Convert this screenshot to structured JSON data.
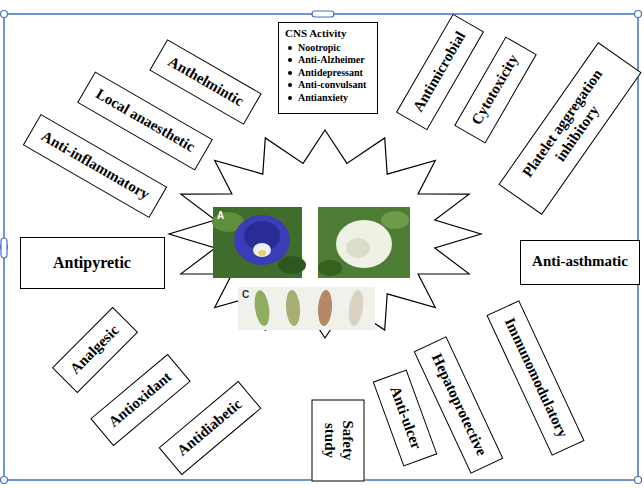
{
  "diagram": {
    "nodes": [
      {
        "text": [
          "CNS Activity",
          "Nootropic",
          "Anti-Alzheimer",
          "Antidepressant",
          "Anti-convulsant",
          "Antianxiety"
        ]
      },
      {
        "text": [
          "Anthelmintic"
        ]
      },
      {
        "text": [
          "Local anaesthetic"
        ]
      },
      {
        "text": [
          "Anti-inflammatory"
        ]
      },
      {
        "text": [
          "Antipyretic"
        ]
      },
      {
        "text": [
          "Analgesic"
        ]
      },
      {
        "text": [
          "Antioxidant"
        ]
      },
      {
        "text": [
          "Antidiabetic"
        ]
      },
      {
        "text": [
          "Safety study"
        ]
      },
      {
        "text": [
          "Anti-ulcer"
        ]
      },
      {
        "text": [
          "Hepatoprotective"
        ]
      },
      {
        "text": [
          "Immunomodulatory"
        ]
      },
      {
        "text": [
          "Anti-asthmatic"
        ]
      },
      {
        "text": [
          "Platelet aggregation inhibitory"
        ]
      },
      {
        "text": [
          "Cytotoxicity"
        ]
      },
      {
        "text": [
          "Antimicrobial"
        ]
      }
    ],
    "labels": [
      "A",
      "C"
    ]
  }
}
